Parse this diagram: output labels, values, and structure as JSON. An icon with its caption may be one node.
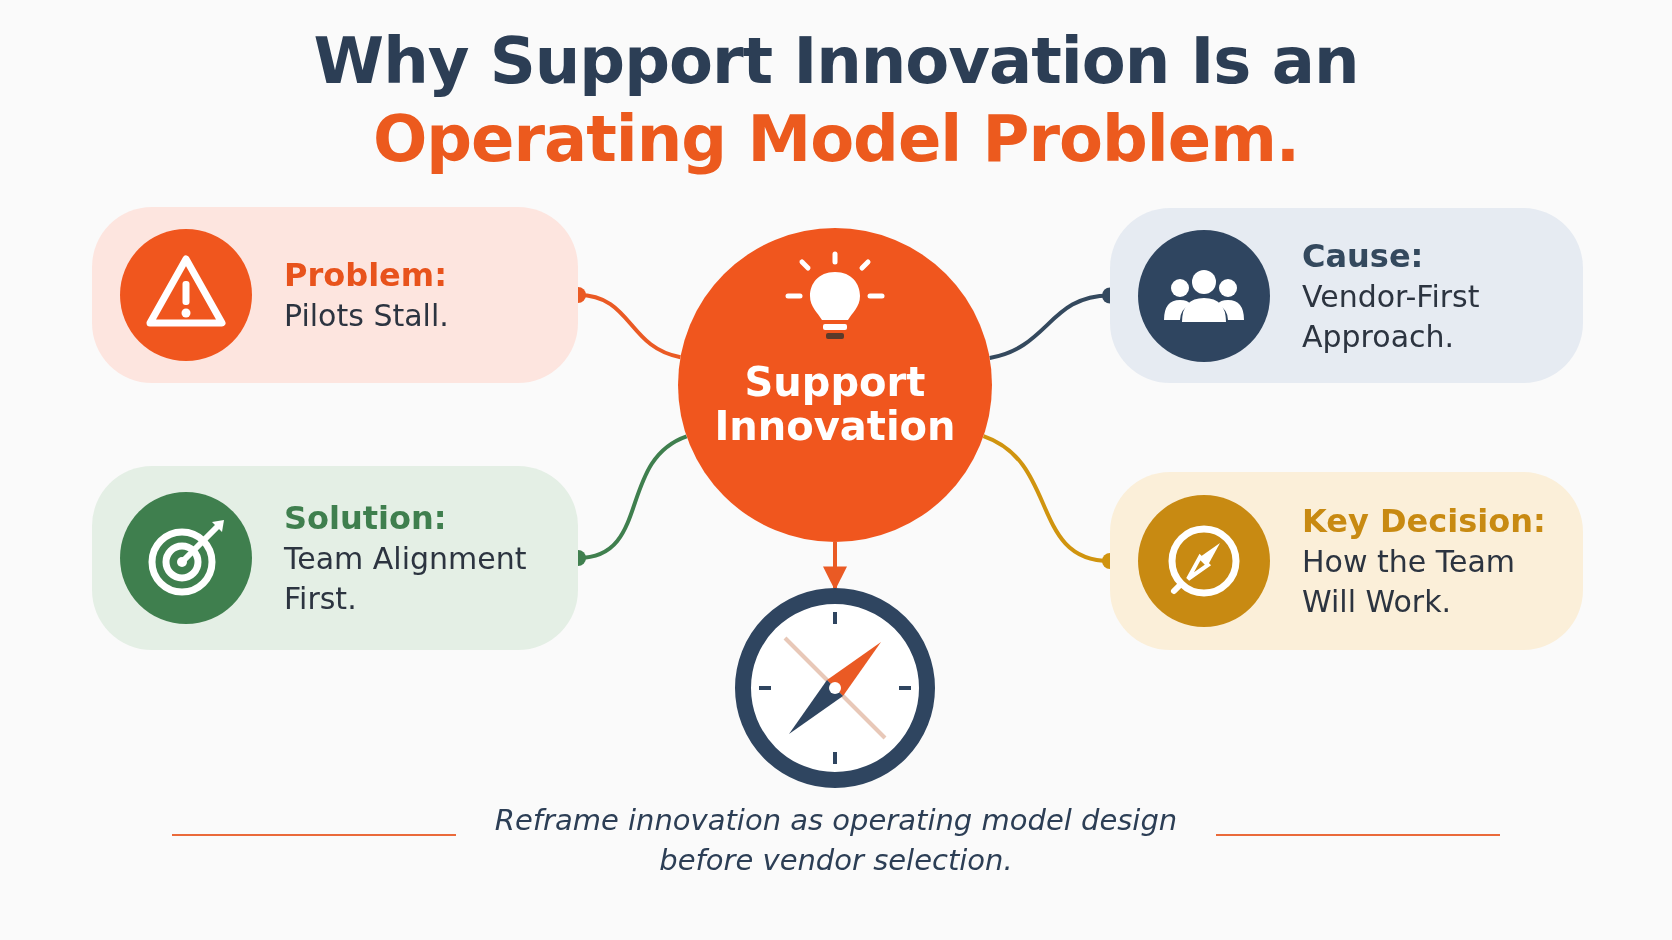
{
  "diagram": {
    "title": "Why Support Innovation Is an Operating Model Problem.",
    "nodes": [
      {
        "text": [
          "Problem:",
          "Pilots Stall."
        ]
      },
      {
        "text": [
          "Support Innovation"
        ]
      },
      {
        "text": [
          "Cause:",
          "Vendor-First Approach."
        ]
      },
      {
        "text": [
          "Solution:",
          "Team Alignment First."
        ]
      },
      {
        "text": [
          "Key Decision:",
          "How the Team Will Work."
        ]
      },
      {
        "text": [],
        "shape": "picture"
      }
    ],
    "edges": [
      {
        "from": 1,
        "to": 0,
        "arrow": "other",
        "color": "#ea5a24"
      },
      {
        "from": 1,
        "to": 2,
        "arrow": "other",
        "color": "#34495e"
      },
      {
        "from": 1,
        "to": 3,
        "arrow": "other",
        "color": "#3f7f4e"
      },
      {
        "from": 1,
        "to": 4,
        "arrow": "other",
        "color": "#d0940f"
      },
      {
        "from": 1,
        "to": 5,
        "arrow": "to",
        "color": "#ea5a24"
      }
    ],
    "caption": "Reframe innovation as operating model design before vendor selection."
  }
}
